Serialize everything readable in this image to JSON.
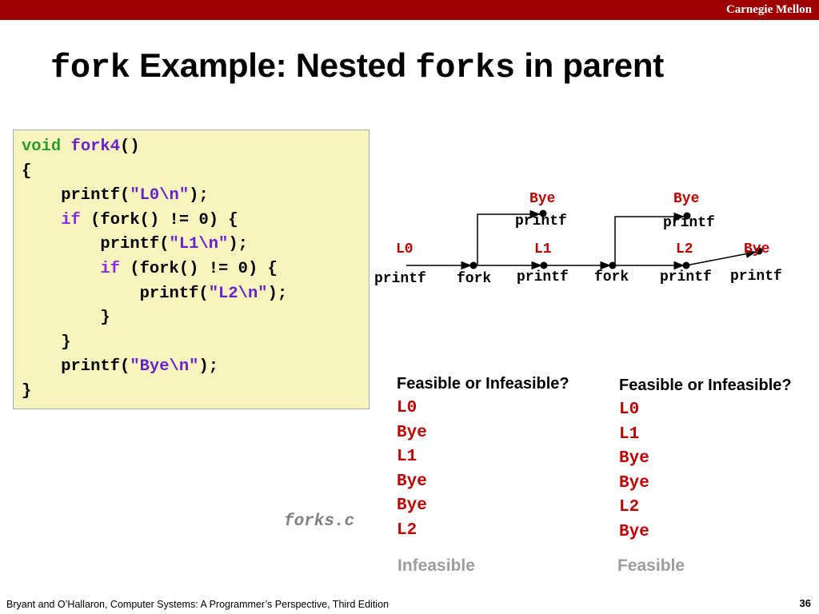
{
  "header": {
    "brand": "Carnegie Mellon"
  },
  "title": {
    "part1": "fork",
    "part2": " Example: Nested ",
    "part3": "forks",
    "part4": " in parent"
  },
  "code": {
    "lines": [
      [
        {
          "t": "void",
          "c": "k"
        },
        {
          "t": " "
        },
        {
          "t": "fork4",
          "c": "fn"
        },
        {
          "t": "()"
        }
      ],
      [
        {
          "t": "{"
        }
      ],
      [
        {
          "t": "    printf("
        },
        {
          "t": "\"L0\\n\"",
          "c": "s"
        },
        {
          "t": ");"
        }
      ],
      [
        {
          "t": "    "
        },
        {
          "t": "if",
          "c": "kw"
        },
        {
          "t": " (fork() != 0) {"
        }
      ],
      [
        {
          "t": "        printf("
        },
        {
          "t": "\"L1\\n\"",
          "c": "s"
        },
        {
          "t": ");"
        }
      ],
      [
        {
          "t": "        "
        },
        {
          "t": "if",
          "c": "kw"
        },
        {
          "t": " (fork() != 0) {"
        }
      ],
      [
        {
          "t": "            printf("
        },
        {
          "t": "\"L2\\n\"",
          "c": "s"
        },
        {
          "t": ");"
        }
      ],
      [
        {
          "t": "        }"
        }
      ],
      [
        {
          "t": "    }"
        }
      ],
      [
        {
          "t": "    printf("
        },
        {
          "t": "\"Bye\\n\"",
          "c": "s"
        },
        {
          "t": ");"
        }
      ],
      [
        {
          "t": "}"
        }
      ]
    ],
    "filename": "forks.c"
  },
  "graph": {
    "main_labels": [
      "L0",
      "L1",
      "L2",
      "Bye"
    ],
    "main_ops": [
      "printf",
      "fork",
      "printf",
      "fork",
      "printf",
      "printf"
    ],
    "child1": {
      "label": "Bye",
      "op": "printf"
    },
    "child2": {
      "label": "Bye",
      "op": "printf"
    }
  },
  "questions": [
    {
      "heading": "Feasible or Infeasible?",
      "sequence": [
        "L0",
        "Bye",
        "L1",
        "Bye",
        "Bye",
        "L2"
      ],
      "answer": "Infeasible"
    },
    {
      "heading": "Feasible or Infeasible?",
      "sequence": [
        "L0",
        "L1",
        "Bye",
        "Bye",
        "L2",
        "Bye"
      ],
      "answer": "Feasible"
    }
  ],
  "footer": {
    "citation": "Bryant and O’Hallaron, Computer Systems: A Programmer’s Perspective, Third Edition",
    "page": "36"
  },
  "colors": {
    "header_bar": "#9c0000",
    "code_bg": "#f7f5bd",
    "label_red": "#c00000",
    "verdict_gray": "#9d9d9d"
  }
}
